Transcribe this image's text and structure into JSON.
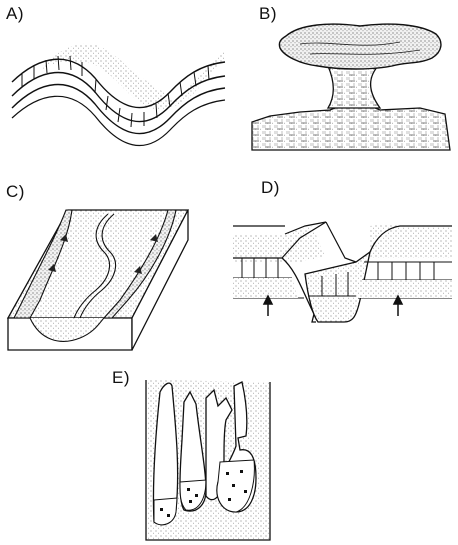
{
  "panels": [
    {
      "id": "a",
      "label": "A)"
    },
    {
      "id": "b",
      "label": "B)"
    },
    {
      "id": "c",
      "label": "C)"
    },
    {
      "id": "d",
      "label": "D)"
    },
    {
      "id": "e",
      "label": "E)"
    }
  ]
}
